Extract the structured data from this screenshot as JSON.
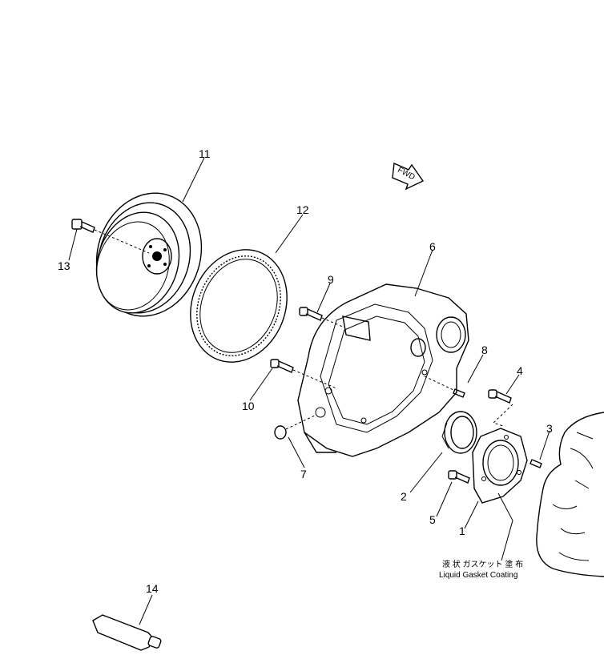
{
  "figure": {
    "fwd_arrow_label": "FWD",
    "note_japanese": "液 状 ガスケット 塗 布",
    "note_english": "Liquid Gasket Coating",
    "callouts": [
      "1",
      "2",
      "3",
      "4",
      "5",
      "6",
      "7",
      "8",
      "9",
      "10",
      "11",
      "12",
      "13",
      "14"
    ]
  }
}
